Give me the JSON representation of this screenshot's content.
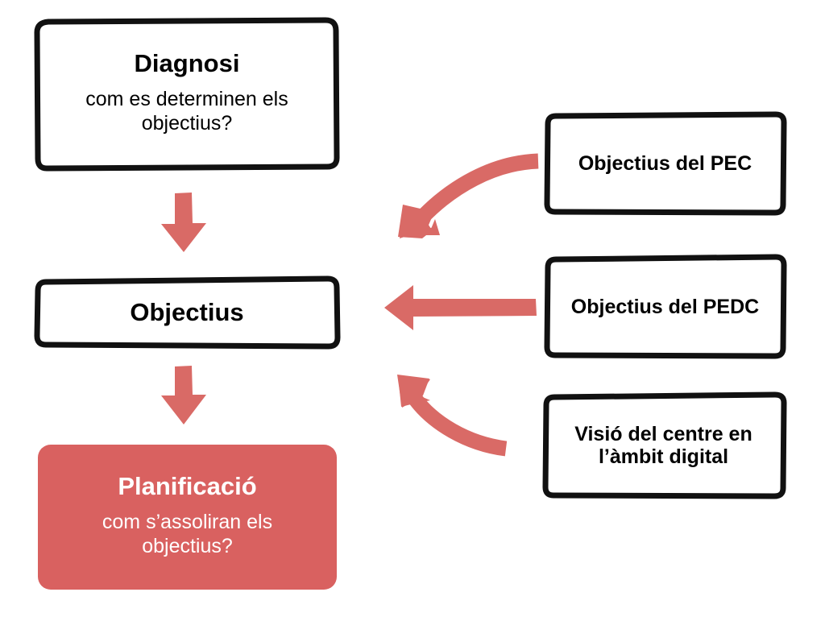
{
  "diagram": {
    "type": "flowchart",
    "style": "hand-drawn sketch",
    "language": "ca",
    "colors": {
      "accent": "#d96160",
      "arrow": "#d96a66",
      "outline": "#000000",
      "background": "#ffffff",
      "text_on_accent": "#ffffff",
      "text": "#000000"
    }
  },
  "nodes": {
    "diagnosi": {
      "title": "Diagnosi",
      "subtitle": "com es determinen els objectius?"
    },
    "objectius": {
      "title": "Objectius"
    },
    "planificacio": {
      "title": "Planificació",
      "subtitle": "com s’assoliran els objectius?"
    },
    "pec": {
      "title": "Objectius del PEC"
    },
    "pedc": {
      "title": "Objectius del PEDC"
    },
    "visio": {
      "title": "Visió del centre en l’àmbit digital"
    }
  },
  "arrows": [
    {
      "id": "diagnosi-to-objectius",
      "from": "diagnosi",
      "to": "objectius",
      "shape": "straight-down"
    },
    {
      "id": "objectius-to-planificacio",
      "from": "objectius",
      "to": "planificacio",
      "shape": "straight-down"
    },
    {
      "id": "pec-to-objectius",
      "from": "pec",
      "to": "objectius",
      "shape": "curved-down-left"
    },
    {
      "id": "pedc-to-objectius",
      "from": "pedc",
      "to": "objectius",
      "shape": "straight-left"
    },
    {
      "id": "visio-to-objectius",
      "from": "visio",
      "to": "objectius",
      "shape": "curved-up-left"
    }
  ]
}
